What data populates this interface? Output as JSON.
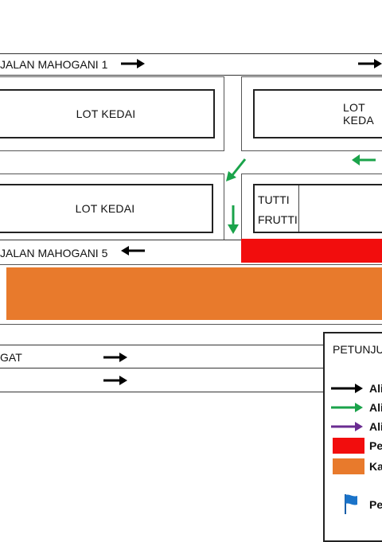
{
  "roads": {
    "top": "JALAN MAHOGANI 1",
    "middle": "JALAN MAHOGANI 5",
    "bottom": "GAT"
  },
  "lots": {
    "top_left": "LOT KEDAI",
    "top_right": "LOT KEDA",
    "bottom_left": "LOT KEDAI",
    "shop_line1": "TUTTI",
    "shop_line2": "FRUTTI"
  },
  "legend": {
    "title": "PETUNJUK",
    "items": [
      {
        "kind": "arrow",
        "color": "#000000",
        "text": "Ali"
      },
      {
        "kind": "arrow",
        "color": "#1aa34a",
        "text": "Ali"
      },
      {
        "kind": "arrow",
        "color": "#6a2c91",
        "text": "Ali"
      },
      {
        "kind": "swatch",
        "color": "#f20d0d",
        "text": "Pe"
      },
      {
        "kind": "swatch",
        "color": "#e87a2c",
        "text": "Ka"
      },
      {
        "kind": "flag",
        "color": "#1a73c9",
        "text": "Pe"
      }
    ]
  },
  "colors": {
    "traffic": "#000000",
    "entry": "#1aa34a",
    "exit": "#6a2c91",
    "red_zone": "#f20d0d",
    "orange_zone": "#e87a2c"
  }
}
